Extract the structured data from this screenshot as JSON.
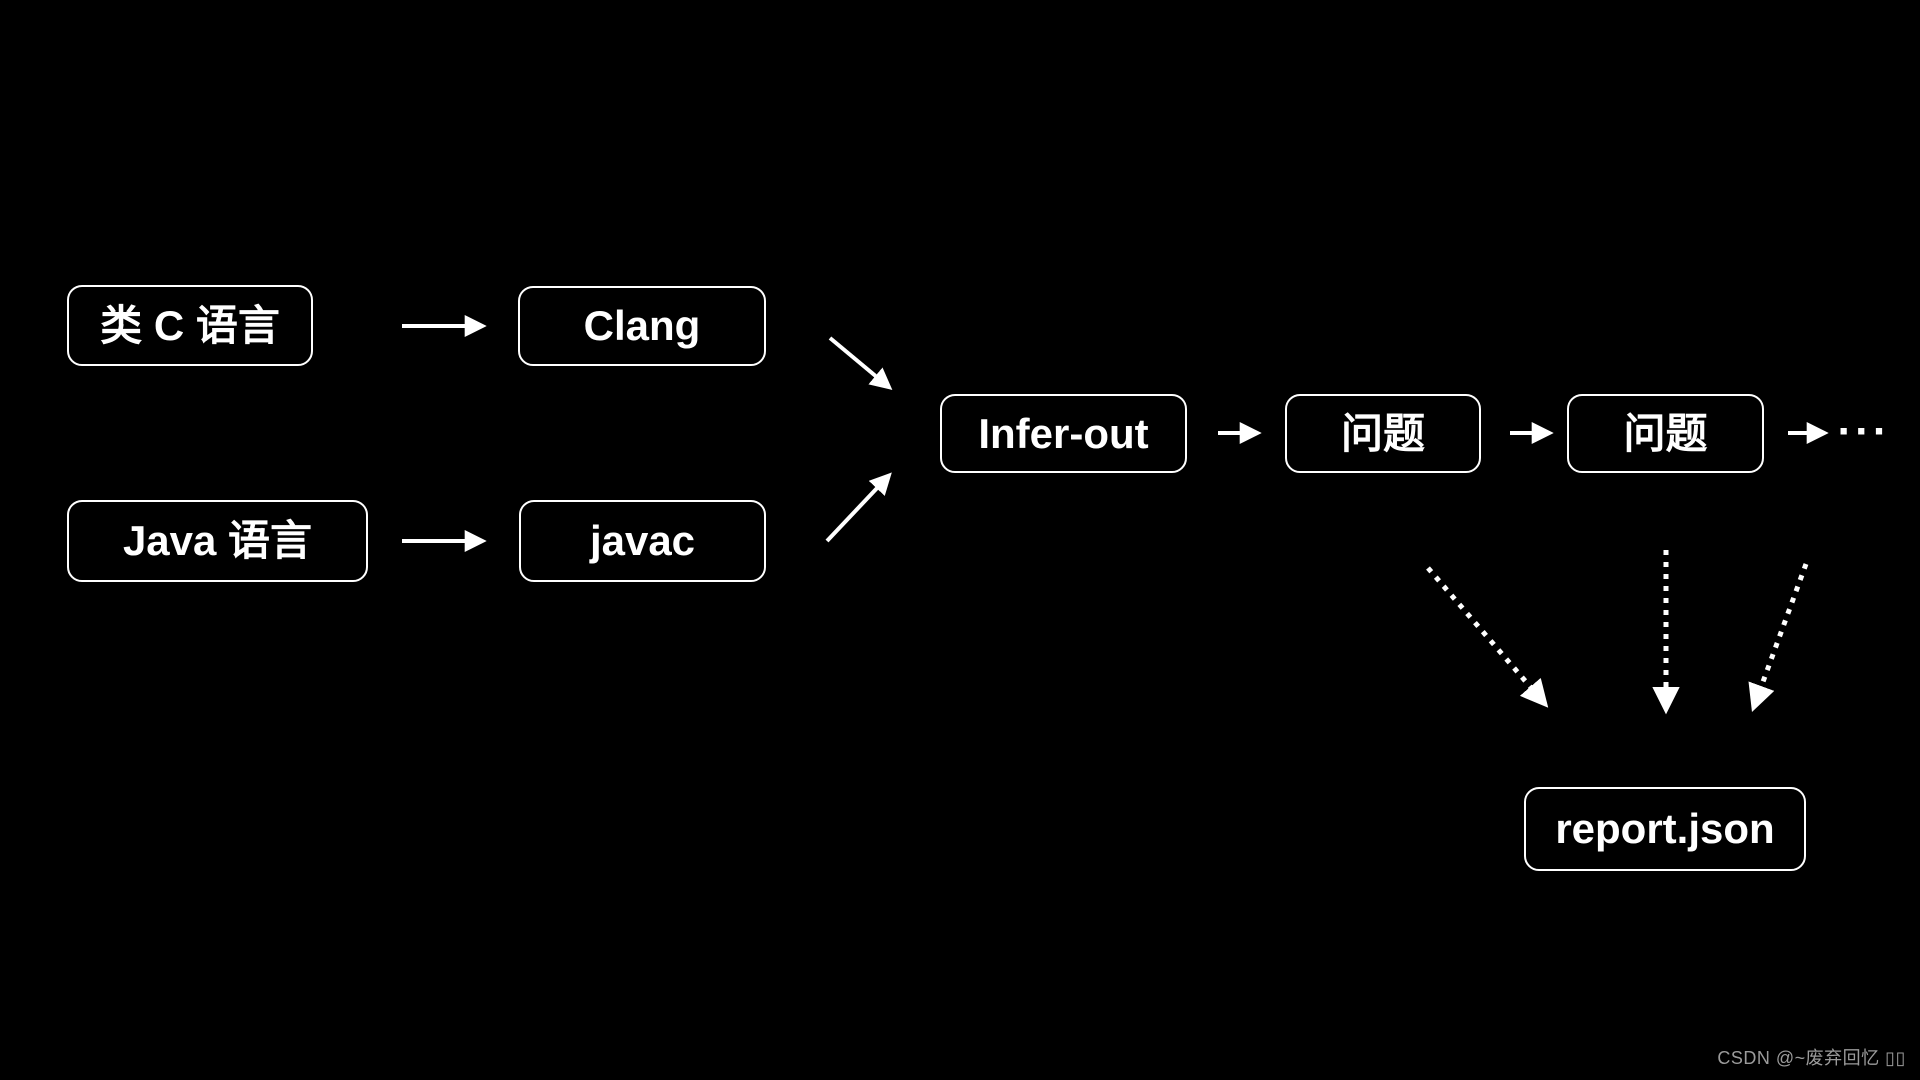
{
  "page": {
    "background_color": "#000000",
    "foreground_color": "#ffffff"
  },
  "diagram": {
    "description": "Infer static-analysis pipeline flow",
    "nodes": {
      "c_like": {
        "label": "类 C 语言"
      },
      "clang": {
        "label": "Clang"
      },
      "java": {
        "label": "Java 语言"
      },
      "javac": {
        "label": "javac"
      },
      "infer_out": {
        "label": "Infer-out"
      },
      "issue_1": {
        "label": "问题"
      },
      "issue_2": {
        "label": "问题"
      },
      "report": {
        "label": "report.json"
      }
    },
    "ellipsis": "···",
    "edges": [
      {
        "from": "类 C 语言",
        "to": "Clang",
        "style": "solid"
      },
      {
        "from": "Java 语言",
        "to": "javac",
        "style": "solid"
      },
      {
        "from": "Clang",
        "to": "Infer-out",
        "style": "solid"
      },
      {
        "from": "javac",
        "to": "Infer-out",
        "style": "solid"
      },
      {
        "from": "Infer-out",
        "to": "问题 (1)",
        "style": "solid"
      },
      {
        "from": "问题 (1)",
        "to": "问题 (2)",
        "style": "solid"
      },
      {
        "from": "问题 (2)",
        "to": "···",
        "style": "solid"
      },
      {
        "from": "问题 (1)",
        "to": "report.json",
        "style": "dotted"
      },
      {
        "from": "问题 (2)",
        "to": "report.json",
        "style": "dotted"
      },
      {
        "from": "···",
        "to": "report.json",
        "style": "dotted"
      }
    ]
  },
  "watermark": {
    "text": "CSDN @~废弃回忆 ▯▯",
    "color": "#9b9b9b"
  }
}
